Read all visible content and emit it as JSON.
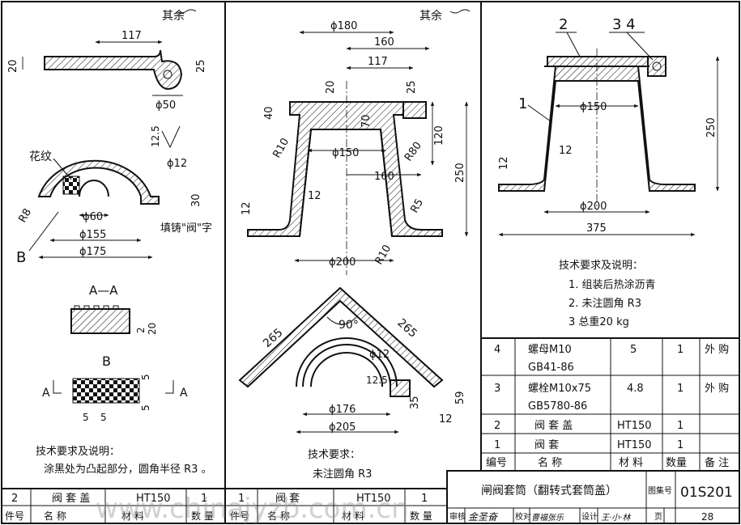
{
  "panel_left": {
    "roughness_note": "其余",
    "dims_top": [
      "117",
      "20",
      "25",
      "ϕ50"
    ],
    "roughness_value": "12.5",
    "label_knurl": "花纹",
    "dims_plan": [
      "R8",
      "ϕ12",
      "30",
      "ϕ60",
      "ϕ155",
      "ϕ175"
    ],
    "label_cast_char": "填铸\"阀\"字",
    "label_B": "B",
    "section_AA_title": "A—A",
    "dims_AA": [
      "2",
      "20"
    ],
    "view_B_title": "B",
    "dims_B": [
      "5",
      "5",
      "5",
      "5"
    ],
    "label_A_left": "A",
    "label_A_right": "A",
    "tech_title": "技术要求及说明：",
    "tech_text": "涂黑处为凸起部分，圆角半径 R3 。"
  },
  "panel_middle": {
    "roughness_note": "其余",
    "dims_section": [
      "ϕ180",
      "160",
      "117",
      "20",
      "25",
      "40",
      "70",
      "120",
      "250",
      "R10",
      "R80",
      "ϕ150",
      "160",
      "12",
      "R5",
      "12",
      "R10",
      "ϕ200"
    ],
    "dims_plan": [
      "265",
      "265",
      "90°",
      "ϕ12",
      "12.5",
      "35",
      "59",
      "12",
      "ϕ176",
      "ϕ205"
    ],
    "tech_title": "技术要求：",
    "tech_text": "未注圆角 R3"
  },
  "panel_right": {
    "callouts": [
      "2",
      "3 4",
      "1"
    ],
    "dims": [
      "ϕ150",
      "250",
      "12",
      "12",
      "ϕ200",
      "375"
    ],
    "tech_title": "技术要求及说明：",
    "tech_items": [
      "1. 组装后热涂沥青",
      "2. 未注圆角 R3",
      "3  总重20 kg"
    ]
  },
  "parts_table": {
    "rows": [
      {
        "no": "4",
        "name": "螺母M10",
        "name2": "GB41-86",
        "material": "5",
        "qty": "1",
        "note": "外 购"
      },
      {
        "no": "3",
        "name": "螺栓M10x75",
        "name2": "GB5780-86",
        "material": "4.8",
        "qty": "1",
        "note": "外 购"
      },
      {
        "no": "2",
        "name": "阀  套  盖",
        "name2": "",
        "material": "HT150",
        "qty": "1",
        "note": ""
      },
      {
        "no": "1",
        "name": "阀      套",
        "name2": "",
        "material": "HT150",
        "qty": "1",
        "note": ""
      }
    ],
    "header": [
      "编号",
      "名    称",
      "材  料",
      "数量",
      "备 注"
    ]
  },
  "title_block": {
    "title": "闸阀套筒（翻转式套筒盖）",
    "atlas_label": "图集号",
    "atlas_no": "01S201",
    "review_label": "审核",
    "check_label": "校对",
    "design_label": "设计",
    "page_label": "页",
    "page_no": "28",
    "review_sign": "金圣奋",
    "check_sign": "曹福张乐",
    "design_sign": "王·小·林"
  },
  "left_part_labels": {
    "header": [
      "件号",
      "名      称",
      "材      料",
      "数  量"
    ],
    "row": {
      "no": "2",
      "name": "阀  套  盖",
      "material": "HT150",
      "qty": "1"
    }
  },
  "middle_part_labels": {
    "header": [
      "件号",
      "名      称",
      "材      料",
      "数  量"
    ],
    "row": {
      "no": "1",
      "name": "阀      套",
      "material": "HT150",
      "qty": "1"
    }
  },
  "watermark": "www.chinajyzb.com.cn"
}
